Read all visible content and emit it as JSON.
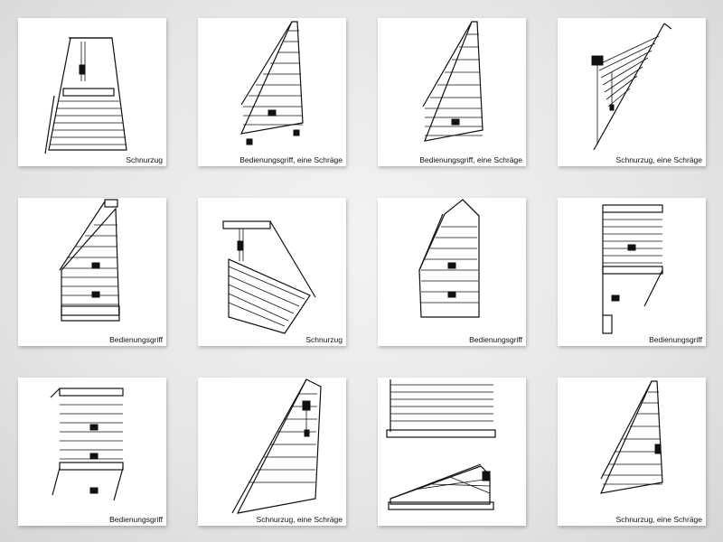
{
  "tiles": [
    {
      "caption": "Schnurzug",
      "icon": "trapezoid-blind-cord-illustration"
    },
    {
      "caption": "Bedienungsgriff, eine Schräge",
      "icon": "triangle-blind-handle-illustration"
    },
    {
      "caption": "Bedienungsgriff, eine Schräge",
      "icon": "triangle-blind-handle-illustration"
    },
    {
      "caption": "Schnurzug, eine Schräge",
      "icon": "diagonal-blind-cord-illustration"
    },
    {
      "caption": "Bedienungsgriff",
      "icon": "gable-blind-handle-illustration"
    },
    {
      "caption": "Schnurzug",
      "icon": "triangle-blind-cord-illustration"
    },
    {
      "caption": "Bedienungsgriff",
      "icon": "gable-blind-handle-illustration"
    },
    {
      "caption": "Bedienungsgriff",
      "icon": "split-blind-handle-illustration"
    },
    {
      "caption": "Bedienungsgriff",
      "icon": "split-blind-handle-illustration"
    },
    {
      "caption": "Schnurzug, eine Schräge",
      "icon": "diagonal-blind-cord-illustration"
    },
    {
      "caption": "",
      "icon": "two-part-blind-illustration"
    },
    {
      "caption": "Schnurzug, eine Schräge",
      "icon": "triangle-blind-cord-illustration"
    }
  ]
}
